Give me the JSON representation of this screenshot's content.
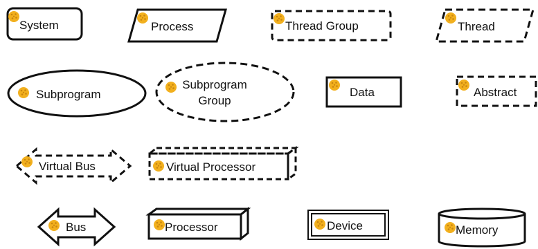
{
  "colors": {
    "stroke": "#111111",
    "icon_fill": "#f2b01e",
    "icon_dots": "#c9860f",
    "background": "#ffffff"
  },
  "icon_name": "orange-category-icon",
  "labels": {
    "system": "System",
    "process": "Process",
    "thread_group": "Thread Group",
    "thread": "Thread",
    "subprogram": "Subprogram",
    "subprogram_group_line1": "Subprogram",
    "subprogram_group_line2": "Group",
    "data": "Data",
    "abstract": "Abstract",
    "virtual_bus": "Virtual Bus",
    "virtual_processor": "Virtual Processor",
    "bus": "Bus",
    "processor": "Processor",
    "device": "Device",
    "memory": "Memory"
  }
}
